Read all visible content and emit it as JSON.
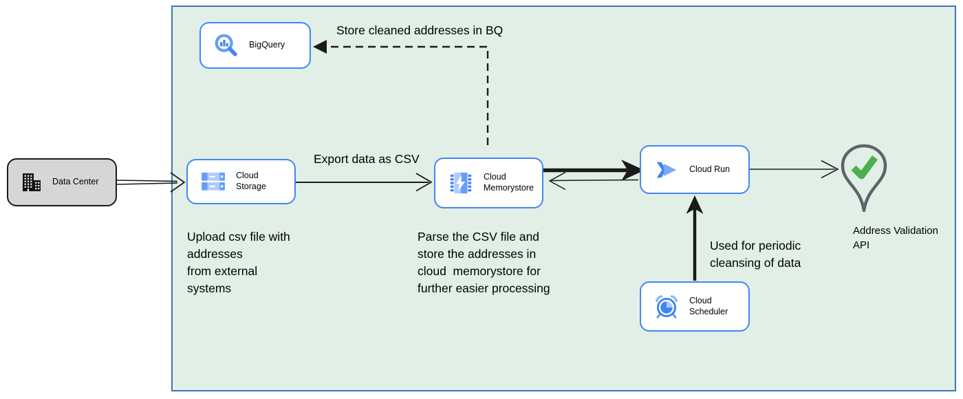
{
  "diagram": {
    "boundary": {
      "fill": "#e2efe7",
      "border_color": "#3b78b8"
    },
    "accent_blue": "#4285f4",
    "nodes": {
      "data_center": {
        "label": "Data Center",
        "fill": "#d6d6d6",
        "border": "#1a1a1a",
        "icon": "building-icon"
      },
      "bigquery": {
        "label": "BigQuery",
        "fill": "#ffffff",
        "border": "#4285f4",
        "icon": "bigquery-icon"
      },
      "cloud_storage": {
        "label": "Cloud Storage",
        "fill": "#ffffff",
        "border": "#4285f4",
        "icon": "cloud-storage-icon"
      },
      "cloud_memorystore": {
        "label": "Cloud Memorystore",
        "fill": "#ffffff",
        "border": "#4285f4",
        "icon": "memorystore-icon"
      },
      "cloud_run": {
        "label": "Cloud Run",
        "fill": "#ffffff",
        "border": "#4285f4",
        "icon": "cloud-run-icon"
      },
      "cloud_scheduler": {
        "label": "Cloud Scheduler",
        "fill": "#ffffff",
        "border": "#4285f4",
        "icon": "scheduler-icon"
      },
      "address_validation": {
        "label": "Address Validation API",
        "icon": "map-pin-check-icon",
        "pin_color": "#5f6368",
        "check_color": "#4caf50"
      }
    },
    "annotations": {
      "store_bq": "Store cleaned addresses in BQ",
      "export_csv": "Export data as CSV",
      "upload_note": "Upload csv file with\naddresses\nfrom external\nsystems",
      "parse_note": "Parse the CSV file and\nstore the addresses in\ncloud  memorystore for\nfurther easier processing",
      "periodic_note": "Used for periodic\ncleansing of data"
    },
    "edges": [
      {
        "from": "data_center",
        "to": "cloud_storage",
        "style": "double-line-open-arrow",
        "label": ""
      },
      {
        "from": "cloud_storage",
        "to": "cloud_memorystore",
        "style": "line-open-arrow",
        "label": "Export data as CSV"
      },
      {
        "from": "cloud_memorystore",
        "to": "cloud_run",
        "style": "thick-filled-arrow",
        "label": ""
      },
      {
        "from": "cloud_run",
        "to": "cloud_memorystore",
        "style": "line-open-arrow",
        "label": ""
      },
      {
        "from": "cloud_run",
        "to": "address_validation",
        "style": "line-open-arrow",
        "label": ""
      },
      {
        "from": "cloud_scheduler",
        "to": "cloud_run",
        "style": "thick-filled-arrow",
        "label": "Used for periodic cleansing of data"
      },
      {
        "from": "cloud_memorystore",
        "to": "bigquery",
        "style": "dashed-filled-arrow",
        "label": "Store cleaned addresses in BQ"
      }
    ]
  }
}
